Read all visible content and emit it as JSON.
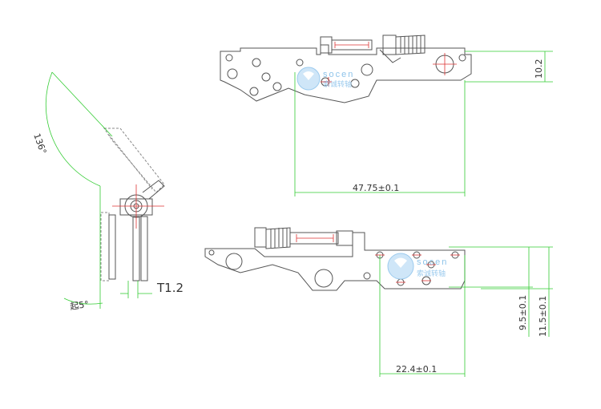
{
  "drawing": {
    "dimensions": {
      "height_top": "10.2",
      "width_top": "47.75±0.1",
      "width_bottom": "22.4±0.1",
      "height_bottom_inner": "9.5±0.1",
      "height_bottom_outer": "11.5±0.1",
      "thickness": "T1.2",
      "angle_open": "136°",
      "angle_start": "起5°"
    },
    "watermark": {
      "brand": "socen",
      "chinese": "索诚转轴"
    },
    "colors": {
      "line": "#555555",
      "dimension": "#33cc33",
      "centerline": "#dd3333",
      "watermark": "#8fc4ea"
    }
  }
}
